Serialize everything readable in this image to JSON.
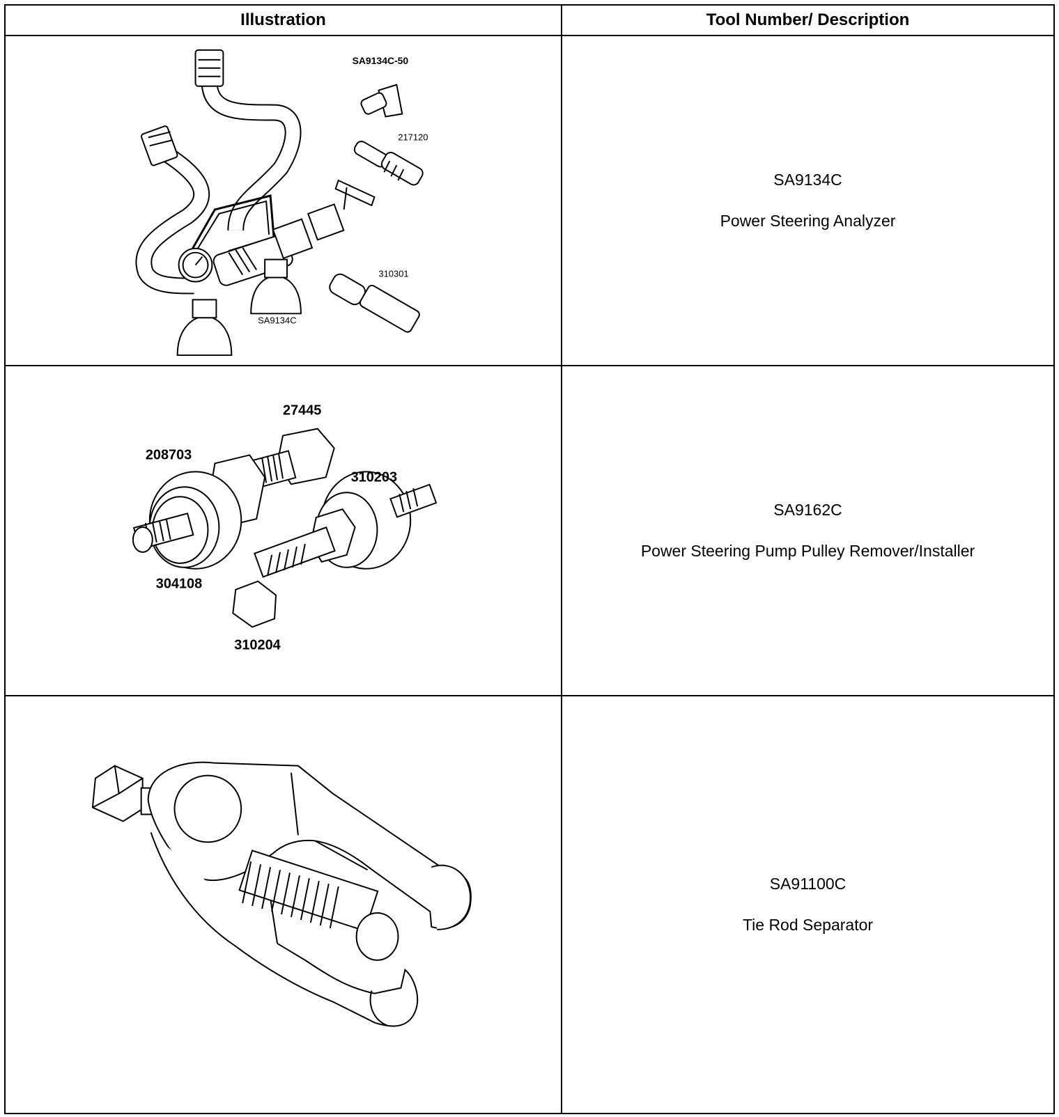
{
  "table": {
    "headers": {
      "illustration": "Illustration",
      "tool": "Tool Number/ Description"
    },
    "rows": [
      {
        "tool_number": "SA9134C",
        "description": "Power Steering Analyzer",
        "callouts": [
          "SA9134C-50",
          "217120",
          "310301",
          "SA9134C"
        ]
      },
      {
        "tool_number": "SA9162C",
        "description": "Power Steering Pump Pulley Remover/Installer",
        "callouts": [
          "27445",
          "208703",
          "310203",
          "304108",
          "310204"
        ]
      },
      {
        "tool_number": "SA91100C",
        "description": "Tie Rod Separator",
        "callouts": []
      }
    ]
  }
}
